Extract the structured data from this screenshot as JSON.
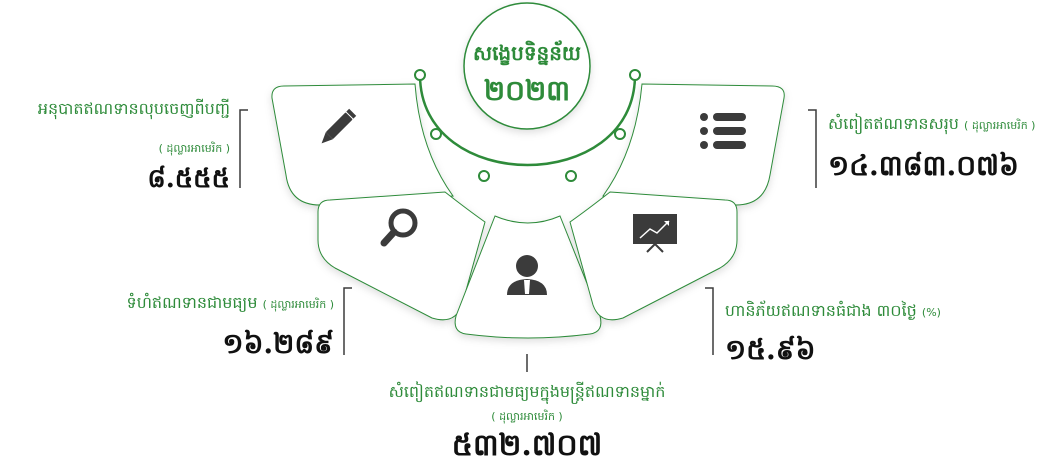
{
  "center": {
    "title": "សង្ខេបទិន្នន័យ",
    "year": "២០២៣"
  },
  "stats": {
    "tl": {
      "label": "អនុបាតឥណទានលុបចេញពីបញ្ជី",
      "unit": "( ដុល្លារអាមេរិក )",
      "value": "៨.៥៥៥"
    },
    "tr": {
      "label": "សំពៀតឥណទានសរុប",
      "unit": "( ដុល្លារអាមេរិក )",
      "value": "១៤.៣៨៣.០៧៦"
    },
    "ml": {
      "label": "ទំហំឥណទានជាមធ្យម",
      "unit": "( ដុល្លារអាមេរិក )",
      "value": "១៦.២៨៩"
    },
    "mr": {
      "label": "ហានិភ័យឥណទានធំជាង ៣០ថ្ងៃ",
      "unit": "(%)",
      "value": "១៥.៩៦"
    },
    "bc": {
      "label": "សំពៀតឥណទានជាមធ្យមក្នុងមន្ត្រីឥណទានម្នាក់",
      "unit": "( ដុល្លារអាមេរិក )",
      "value": "៥៣២.៧០៧"
    }
  },
  "colors": {
    "accent": "#2e8b3a",
    "line": "#2e8b3a",
    "value": "#111111"
  },
  "icons": {
    "p_tl": "pencil-icon",
    "p_tr": "list-icon",
    "p_ml": "magnifier-icon",
    "p_bc": "person-icon",
    "p_mr": "presentation-chart-icon"
  }
}
